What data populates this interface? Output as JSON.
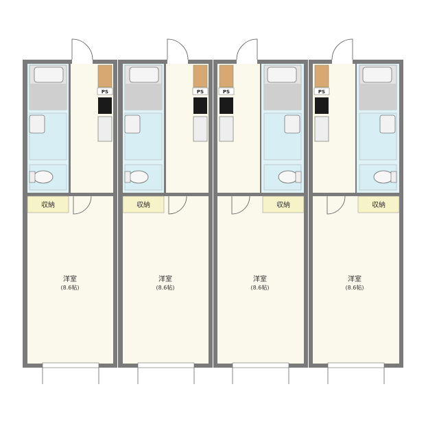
{
  "units": [
    {
      "room_label": "洋室",
      "room_size": "(8.6帖)",
      "storage_label": "収納",
      "ps_label": "PS"
    },
    {
      "room_label": "洋室",
      "room_size": "(8.6帖)",
      "storage_label": "収納",
      "ps_label": "PS"
    },
    {
      "room_label": "洋室",
      "room_size": "(8.6帖)",
      "storage_label": "収納",
      "ps_label": "PS"
    },
    {
      "room_label": "洋室",
      "room_size": "(8.6帖)",
      "storage_label": "収納",
      "ps_label": "PS"
    }
  ],
  "colors": {
    "wall": "#7a7a7a",
    "floor": "#fbf9ec",
    "bath_floor": "#d7f0f5",
    "tub": "#e9e9e9",
    "storage": "#f7f3c8",
    "ps": "#d8a872",
    "stove": "#1a1a1a"
  }
}
